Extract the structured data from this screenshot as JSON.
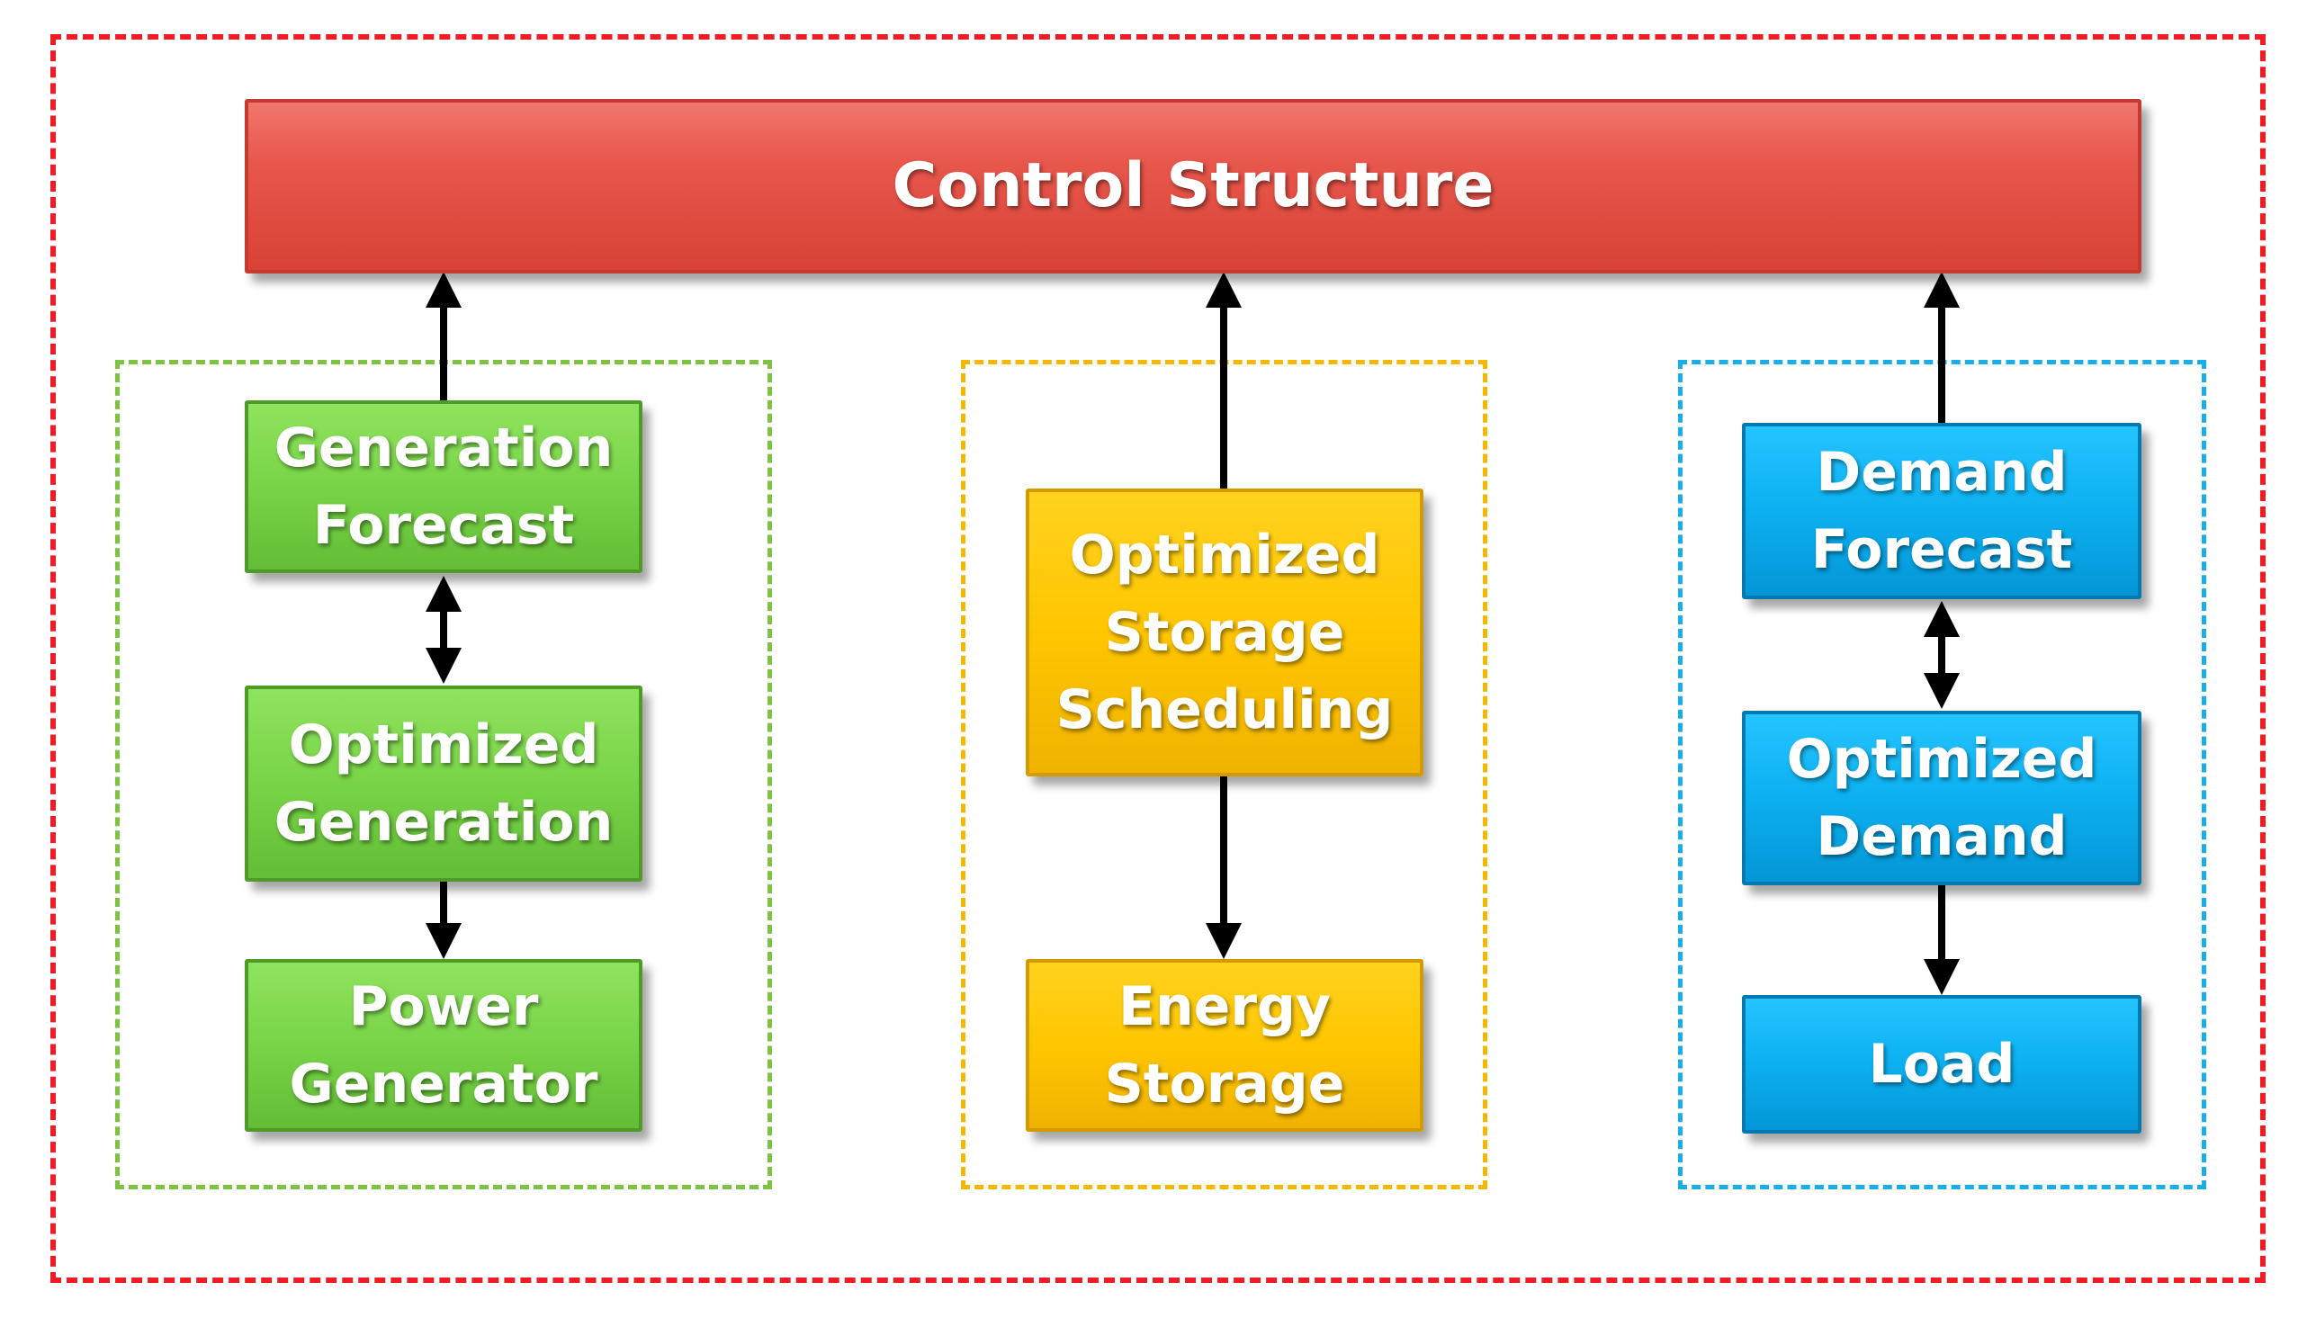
{
  "title": "Control Structure",
  "groups": {
    "generation": {
      "forecast": "Generation\nForecast",
      "optimized": "Optimized\nGeneration",
      "device": "Power\nGenerator"
    },
    "storage": {
      "optimized": "Optimized\nStorage\nScheduling",
      "device": "Energy\nStorage"
    },
    "demand": {
      "forecast": "Demand\nForecast",
      "optimized": "Optimized\nDemand",
      "device": "Load"
    }
  },
  "colors": {
    "outer_frame": "#ee1c25",
    "generation": "#78d447",
    "storage": "#ffc600",
    "demand": "#0cb0f0",
    "control": "#e8574c",
    "arrow": "#000000"
  }
}
